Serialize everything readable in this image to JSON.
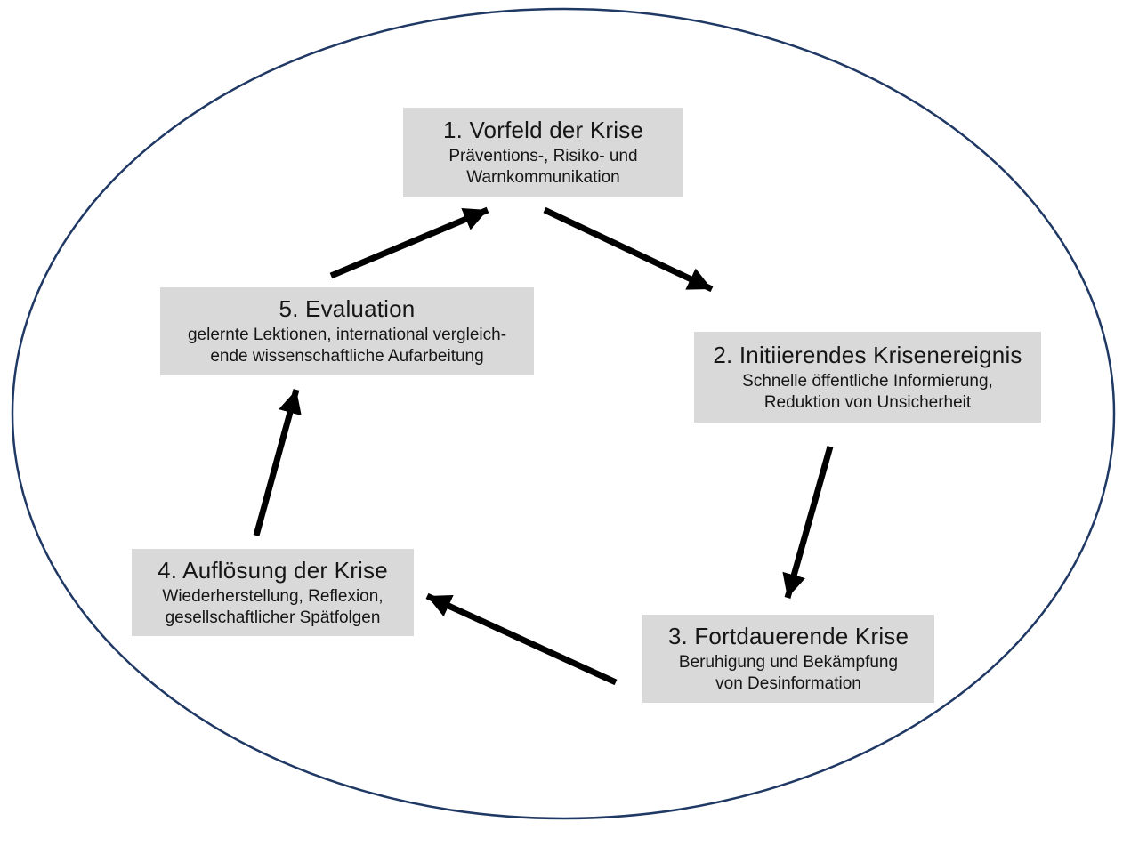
{
  "diagram": {
    "description": "Krisenkommunikations-Zyklus",
    "colors": {
      "ellipse_stroke": "#1f3864",
      "node_fill": "#d9d9d9",
      "text": "#161616",
      "arrow": "#000000",
      "background": "#ffffff"
    },
    "nodes": [
      {
        "title": "1. Vorfeld der Krise",
        "subtitle_lines": [
          "Präventions-, Risiko- und",
          "Warnkommunikation"
        ]
      },
      {
        "title": "2. Initiierendes Krisenereignis",
        "subtitle_lines": [
          "Schnelle öffentliche Informierung,",
          "Reduktion von Unsicherheit"
        ]
      },
      {
        "title": "3. Fortdauerende Krise",
        "subtitle_lines": [
          "Beruhigung und Bekämpfung",
          "von Desinformation"
        ]
      },
      {
        "title": "4. Auflösung der Krise",
        "subtitle_lines": [
          "Wiederherstellung, Reflexion,",
          "gesellschaftlicher Spätfolgen"
        ]
      },
      {
        "title": "5. Evaluation",
        "subtitle_lines": [
          "gelernte Lektionen, international vergleich-",
          "ende wissenschaftliche Aufarbeitung"
        ]
      }
    ],
    "flows": [
      {
        "from": "5. Evaluation",
        "to": "1. Vorfeld der Krise"
      },
      {
        "from": "1. Vorfeld der Krise",
        "to": "2. Initiierendes Krisenereignis"
      },
      {
        "from": "2. Initiierendes Krisenereignis",
        "to": "3. Fortdauerende Krise"
      },
      {
        "from": "3. Fortdauerende Krise",
        "to": "4. Auflösung der Krise"
      },
      {
        "from": "4. Auflösung der Krise",
        "to": "5. Evaluation"
      }
    ]
  }
}
